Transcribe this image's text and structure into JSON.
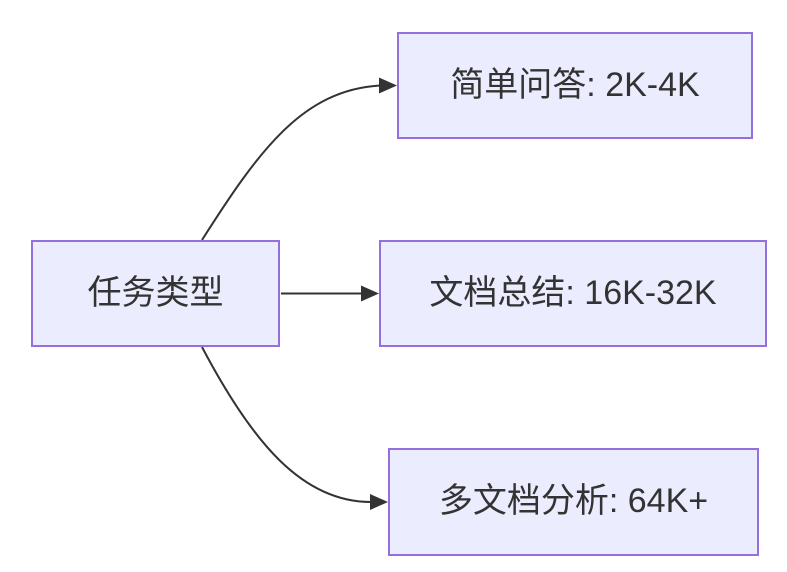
{
  "diagram": {
    "type": "flowchart-lr",
    "root": {
      "id": "task-type",
      "label": "任务类型"
    },
    "branches": [
      {
        "id": "simple-qa",
        "label": "简单问答: 2K-4K"
      },
      {
        "id": "doc-summary",
        "label": "文档总结: 16K-32K"
      },
      {
        "id": "multi-doc",
        "label": "多文档分析: 64K+"
      }
    ],
    "edges": [
      {
        "from": "task-type",
        "to": "simple-qa",
        "style": "curved-up"
      },
      {
        "from": "task-type",
        "to": "doc-summary",
        "style": "straight"
      },
      {
        "from": "task-type",
        "to": "multi-doc",
        "style": "curved-down"
      }
    ]
  },
  "colors": {
    "node_fill": "#ECECFF",
    "node_border": "#9370DB",
    "edge_stroke": "#333333",
    "text": "#333333",
    "background": "#FFFFFF"
  }
}
